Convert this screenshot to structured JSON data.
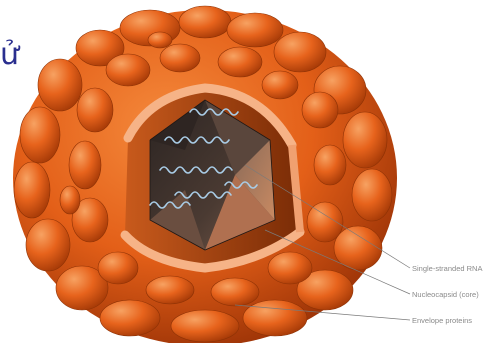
{
  "header": {
    "partial_text": "ử"
  },
  "labels": {
    "rna": "Single-stranded RNA",
    "nucleocapsid": "Nucleocapsid (core)",
    "envelope": "Envelope proteins"
  },
  "colors": {
    "envelope_orange": "#e8641e",
    "envelope_dark": "#a83a08",
    "envelope_light": "#f59a52",
    "inner_membrane": "#f6b387",
    "core_dark": "#3a302c",
    "rna_blue": "#9fc6e4",
    "label_gray": "#8a8a8a"
  }
}
